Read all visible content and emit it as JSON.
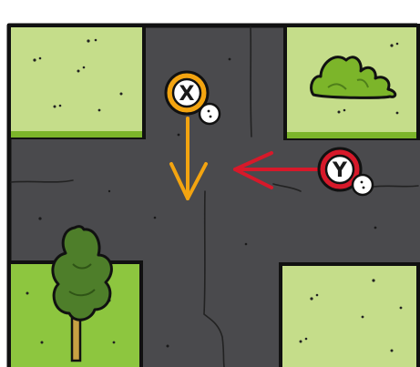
{
  "scene": {
    "road_color": "#4a4a4d",
    "grass_color": "#c5dd8a",
    "grass_edge_color": "#7cb52a",
    "outline_color": "#111111"
  },
  "tokens": [
    {
      "id": "x",
      "letter": "X",
      "ring_color": "#f3a410",
      "heading": "south",
      "arrow_color": "#f3a410"
    },
    {
      "id": "y",
      "letter": "Y",
      "ring_color": "#d7192a",
      "heading": "west",
      "arrow_color": "#d7192a"
    }
  ],
  "decorations": [
    "bush-icon",
    "tree-icon"
  ]
}
